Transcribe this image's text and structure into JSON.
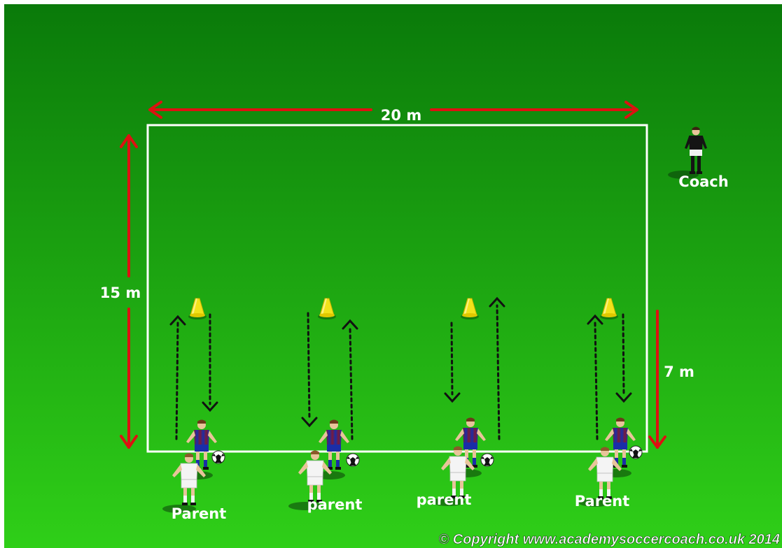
{
  "field": {
    "width_label": "20 m",
    "height_label": "15 m",
    "side_label": "7 m",
    "pitch_colors": {
      "top": "#0a7a0a",
      "bottom": "#2fcf18"
    },
    "line_color": "#ffffff",
    "arrow_color": "#dd1111",
    "cone_color": "#f2e21a"
  },
  "coach": {
    "label": "Coach"
  },
  "stations": [
    {
      "label": "Parent"
    },
    {
      "label": "parent"
    },
    {
      "label": "parent"
    },
    {
      "label": "Parent"
    }
  ],
  "copyright": "© Copyright www.academysoccercoach.co.uk 2014"
}
